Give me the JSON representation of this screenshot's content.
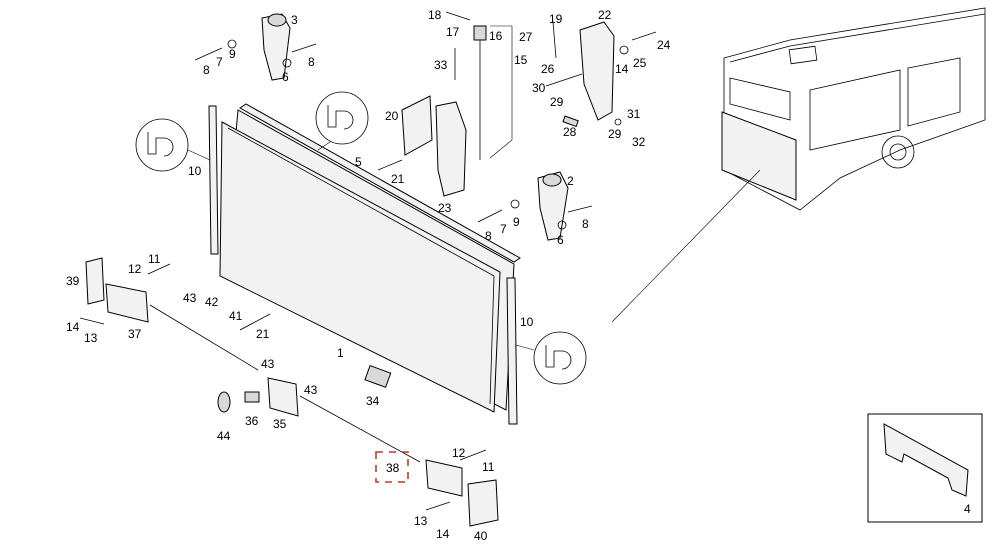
{
  "diagram": {
    "labels": {
      "l1": "1",
      "l2": "2",
      "l3": "3",
      "l4": "4",
      "l5": "5",
      "l6a": "6",
      "l6b": "6",
      "l7a": "7",
      "l7b": "7",
      "l8a": "8",
      "l8b": "8",
      "l8c": "8",
      "l8d": "8",
      "l9a": "9",
      "l9b": "9",
      "l10a": "10",
      "l10b": "10",
      "l11a": "11",
      "l11b": "11",
      "l12a": "12",
      "l12b": "12",
      "l13a": "13",
      "l13b": "13",
      "l14a": "14",
      "l14b": "14",
      "l14c": "14",
      "l15": "15",
      "l16": "16",
      "l17": "17",
      "l18": "18",
      "l19": "19",
      "l20": "20",
      "l21a": "21",
      "l21b": "21",
      "l22": "22",
      "l23": "23",
      "l24": "24",
      "l25": "25",
      "l26": "26",
      "l27": "27",
      "l28": "28",
      "l29a": "29",
      "l29b": "29",
      "l30": "30",
      "l31": "31",
      "l32": "32",
      "l33": "33",
      "l34": "34",
      "l35": "35",
      "l36": "36",
      "l37": "37",
      "l38": "38",
      "l39": "39",
      "l40": "40",
      "l41": "41",
      "l42": "42",
      "l43a": "43",
      "l43b": "43",
      "l43c": "43",
      "l44": "44"
    },
    "selected_callout": "38",
    "accent_color": "#c0392b"
  }
}
